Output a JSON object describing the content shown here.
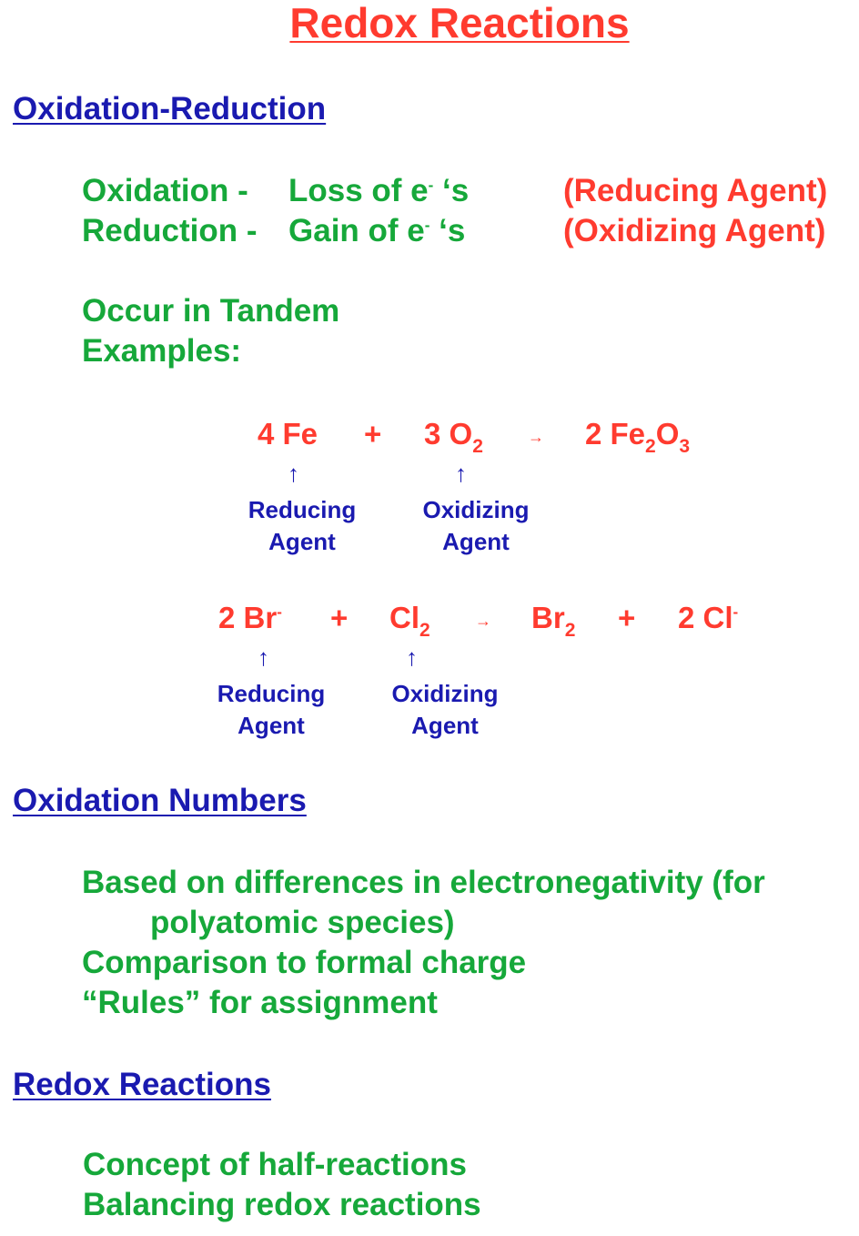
{
  "title": "Redox Reactions",
  "section1": {
    "heading": "Oxidation-Reduction",
    "oxidation_label": "Oxidation -",
    "oxidation_def_pre": "Loss of e",
    "oxidation_def_sup": "-",
    "oxidation_def_post": " ‘s",
    "oxidation_agent": "(Reducing Agent)",
    "reduction_label": "Reduction -",
    "reduction_def_pre": "Gain of e",
    "reduction_def_sup": "-",
    "reduction_def_post": " ‘s",
    "reduction_agent": "(Oxidizing Agent)",
    "tandem": "Occur in Tandem",
    "examples": "Examples:"
  },
  "example1": {
    "term1": "4 Fe",
    "plus": "+",
    "term2_pre": "3 O",
    "term2_sub": "2",
    "arrow": "→",
    "product_pre": "2 Fe",
    "product_sub1": "2",
    "product_mid": "O",
    "product_sub2": "3",
    "up_arrow": "↑",
    "reducing_1": "Reducing",
    "reducing_2": "Agent",
    "oxidizing_1": "Oxidizing",
    "oxidizing_2": "Agent"
  },
  "example2": {
    "term1_pre": "2 Br",
    "term1_sup": "-",
    "plus": "+",
    "term2_pre": "Cl",
    "term2_sub": "2",
    "arrow": "→",
    "product1_pre": "Br",
    "product1_sub": "2",
    "product2_pre": "2 Cl",
    "product2_sup": "-",
    "up_arrow": "↑",
    "reducing_1": "Reducing",
    "reducing_2": "Agent",
    "oxidizing_1": "Oxidizing",
    "oxidizing_2": "Agent"
  },
  "section2": {
    "heading": "Oxidation Numbers",
    "line1": "Based on differences in electronegativity (for",
    "line2": "polyatomic species)",
    "line3": "Comparison to formal charge",
    "line4": "“Rules” for assignment"
  },
  "section3": {
    "heading": "Redox Reactions",
    "line1": "Concept of half-reactions",
    "line2": "Balancing redox reactions"
  }
}
